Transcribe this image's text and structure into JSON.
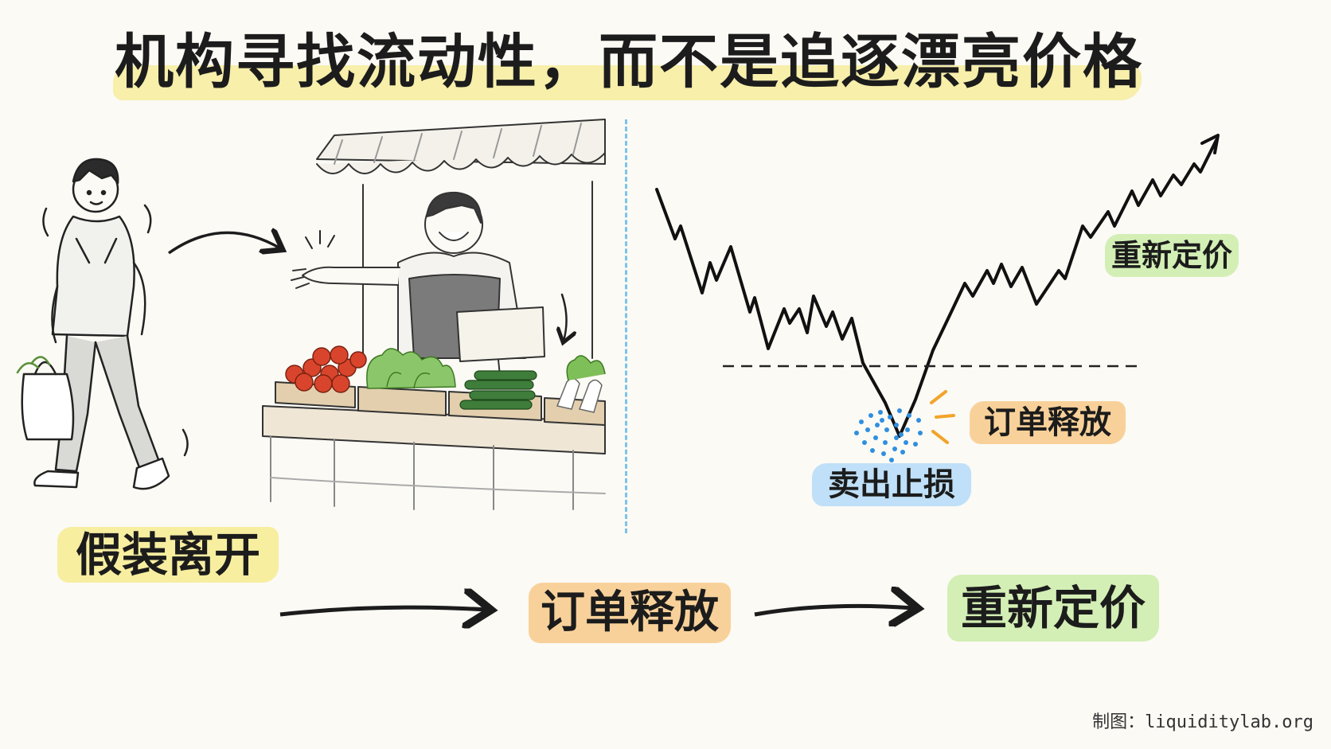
{
  "title": "机构寻找流动性，而不是追逐漂亮价格",
  "labels": {
    "pretend_leave": "假装离开",
    "chart_order_release": "订单释放",
    "chart_sell_stop": "卖出止损",
    "chart_reprice": "重新定价",
    "flow_order_release": "订单释放",
    "flow_reprice": "重新定价"
  },
  "credit": "制图：liquiditylab.org",
  "colors": {
    "title_highlight": "#f6eda2",
    "yellow": "#f7eea0",
    "orange": "#f8d19a",
    "blue": "#bfe0f8",
    "green": "#d3efb5",
    "divider": "#7cc3ea",
    "liquidity_dots": "#2f8fe0",
    "sparks": "#f2a42a"
  }
}
